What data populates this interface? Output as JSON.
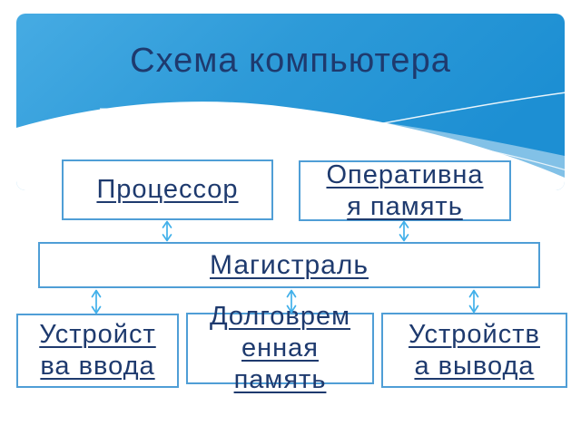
{
  "slide": {
    "title": "Схема компьютера",
    "boxes": {
      "processor": {
        "label": "Процессор"
      },
      "ram": {
        "label": "Оперативна\nя память"
      },
      "bus": {
        "label": "Магистраль"
      },
      "input": {
        "label": "Устройст\nва ввода"
      },
      "storage": {
        "label": "Долговрем\nенная\nпамять"
      },
      "output": {
        "label": "Устройств\nа вывода"
      }
    },
    "connectors": [
      {
        "name": "processor-bus",
        "type": "double-headed-vertical-arrow"
      },
      {
        "name": "ram-bus",
        "type": "double-headed-vertical-arrow"
      },
      {
        "name": "bus-input",
        "type": "double-headed-vertical-arrow"
      },
      {
        "name": "bus-storage",
        "type": "double-headed-vertical-arrow"
      },
      {
        "name": "bus-output",
        "type": "double-headed-vertical-arrow"
      }
    ],
    "colors": {
      "text": "#1e3a6e",
      "box_border": "#4f9ed6",
      "arrow": "#41b0ea",
      "panel_top": "#46abe3",
      "panel_mid": "#2d9ad8",
      "panel_bottom": "#1d8fd3"
    }
  }
}
